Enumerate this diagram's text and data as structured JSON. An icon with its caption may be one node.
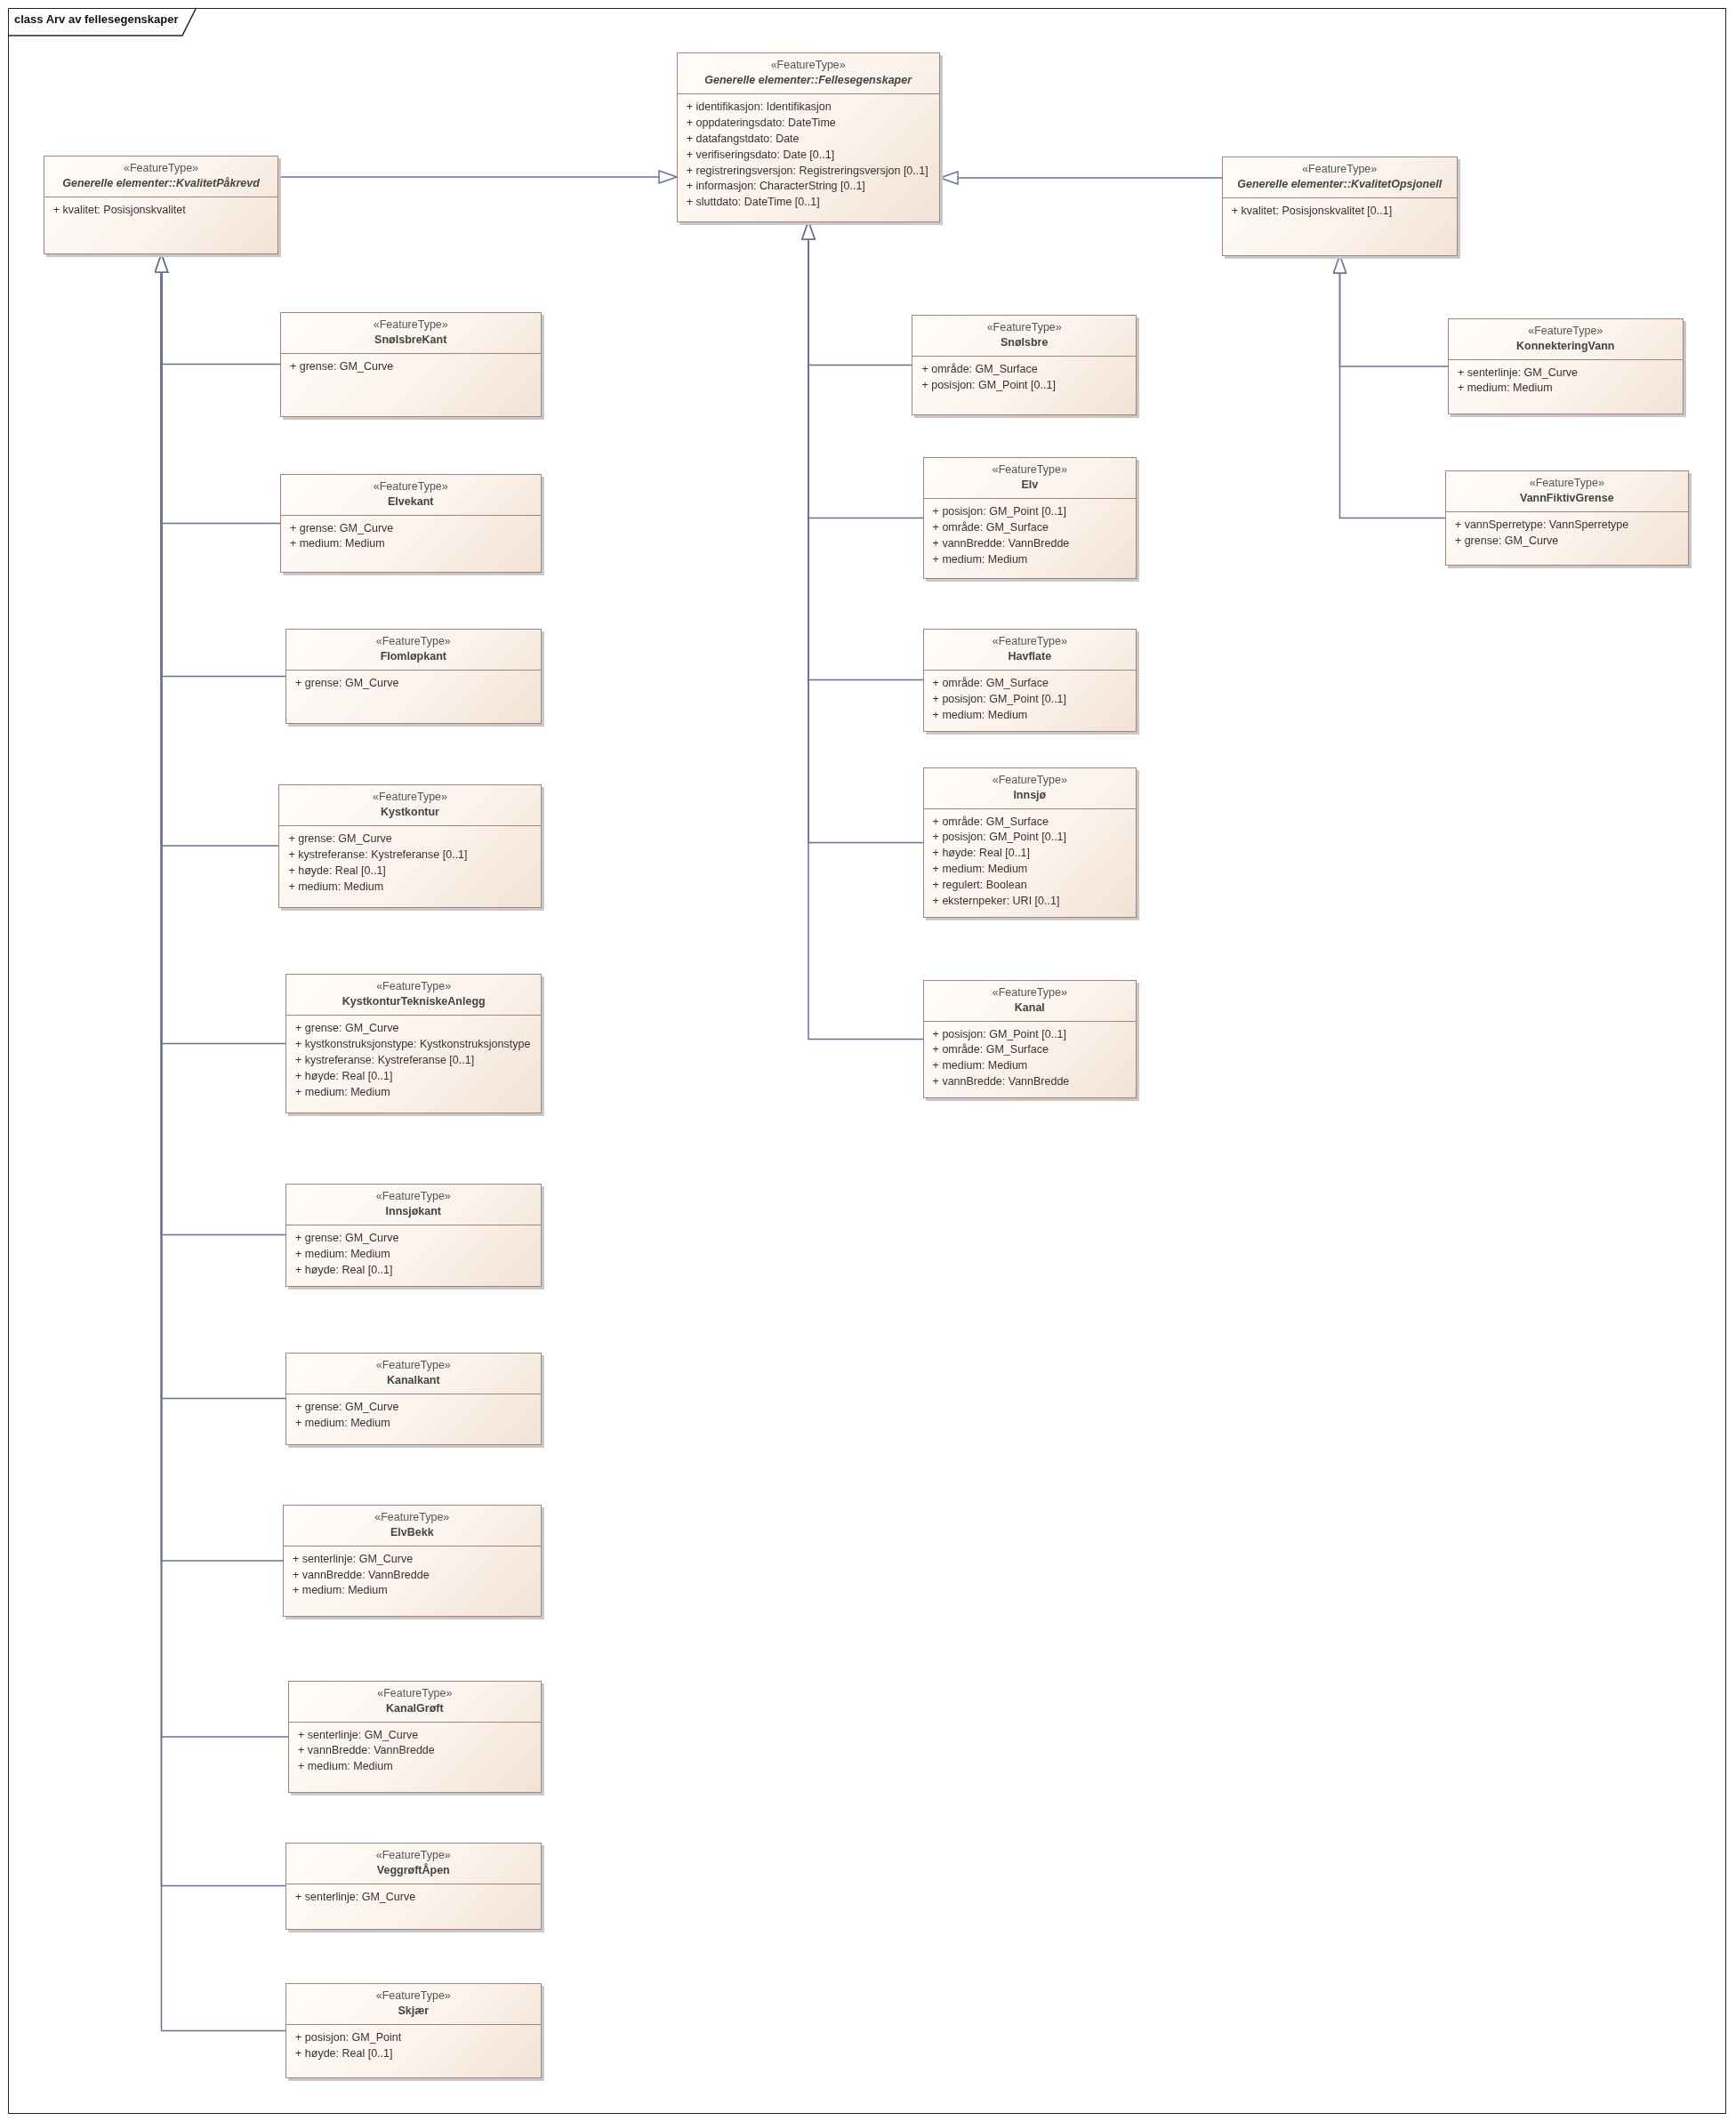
{
  "diagram": {
    "title": "class Arv av fellesegenskaper",
    "nodes": [
      {
        "text": [
          "«FeatureType»",
          "Generelle elementer::Fellesegenskaper",
          "+ identifikasjon: Identifikasjon",
          "+ oppdateringsdato: DateTime",
          "+ datafangstdato: Date",
          "+ verifiseringsdato: Date [0..1]",
          "+ registreringsversjon: Registreringsversjon [0..1]",
          "+ informasjon: CharacterString [0..1]",
          "+ sluttdato: DateTime [0..1]"
        ]
      },
      {
        "text": [
          "«FeatureType»",
          "Generelle elementer::KvalitetPåkrevd",
          "+ kvalitet: Posisjonskvalitet"
        ]
      },
      {
        "text": [
          "«FeatureType»",
          "Generelle elementer::KvalitetOpsjonell",
          "+ kvalitet: Posisjonskvalitet [0..1]"
        ]
      },
      {
        "text": [
          "«FeatureType»",
          "SnøIsbreKant",
          "+ grense: GM_Curve"
        ]
      },
      {
        "text": [
          "«FeatureType»",
          "Elvekant",
          "+ grense: GM_Curve",
          "+ medium: Medium"
        ]
      },
      {
        "text": [
          "«FeatureType»",
          "Flomløpkant",
          "+ grense: GM_Curve"
        ]
      },
      {
        "text": [
          "«FeatureType»",
          "Kystkontur",
          "+ grense: GM_Curve",
          "+ kystreferanse: Kystreferanse [0..1]",
          "+ høyde: Real [0..1]",
          "+ medium: Medium"
        ]
      },
      {
        "text": [
          "«FeatureType»",
          "KystkonturTekniskeAnlegg",
          "+ grense: GM_Curve",
          "+ kystkonstruksjonstype: Kystkonstruksjonstype",
          "+ kystreferanse: Kystreferanse [0..1]",
          "+ høyde: Real [0..1]",
          "+ medium: Medium"
        ]
      },
      {
        "text": [
          "«FeatureType»",
          "Innsjøkant",
          "+ grense: GM_Curve",
          "+ medium: Medium",
          "+ høyde: Real [0..1]"
        ]
      },
      {
        "text": [
          "«FeatureType»",
          "Kanalkant",
          "+ grense: GM_Curve",
          "+ medium: Medium"
        ]
      },
      {
        "text": [
          "«FeatureType»",
          "ElvBekk",
          "+ senterlinje: GM_Curve",
          "+ vannBredde: VannBredde",
          "+ medium: Medium"
        ]
      },
      {
        "text": [
          "«FeatureType»",
          "KanalGrøft",
          "+ senterlinje: GM_Curve",
          "+ vannBredde: VannBredde",
          "+ medium: Medium"
        ]
      },
      {
        "text": [
          "«FeatureType»",
          "VeggrøftÅpen",
          "+ senterlinje: GM_Curve"
        ]
      },
      {
        "text": [
          "«FeatureType»",
          "Skjær",
          "+ posisjon: GM_Point",
          "+ høyde: Real [0..1]"
        ]
      },
      {
        "text": [
          "«FeatureType»",
          "SnøIsbre",
          "+ område: GM_Surface",
          "+ posisjon: GM_Point [0..1]"
        ]
      },
      {
        "text": [
          "«FeatureType»",
          "Elv",
          "+ posisjon: GM_Point [0..1]",
          "+ område: GM_Surface",
          "+ vannBredde: VannBredde",
          "+ medium: Medium"
        ]
      },
      {
        "text": [
          "«FeatureType»",
          "Havflate",
          "+ område: GM_Surface",
          "+ posisjon: GM_Point [0..1]",
          "+ medium: Medium"
        ]
      },
      {
        "text": [
          "«FeatureType»",
          "Innsjø",
          "+ område: GM_Surface",
          "+ posisjon: GM_Point [0..1]",
          "+ høyde: Real [0..1]",
          "+ medium: Medium",
          "+ regulert: Boolean",
          "+ eksternpeker: URI [0..1]"
        ]
      },
      {
        "text": [
          "«FeatureType»",
          "Kanal",
          "+ posisjon: GM_Point [0..1]",
          "+ område: GM_Surface",
          "+ medium: Medium",
          "+ vannBredde: VannBredde"
        ]
      },
      {
        "text": [
          "«FeatureType»",
          "KonnekteringVann",
          "+ senterlinje: GM_Curve",
          "+ medium: Medium"
        ]
      },
      {
        "text": [
          "«FeatureType»",
          "VannFiktivGrense",
          "+ vannSperretype: VannSperretype",
          "+ grense: GM_Curve"
        ]
      }
    ],
    "edges": [
      {
        "from": 1,
        "to": 0,
        "arrow": "to"
      },
      {
        "from": 2,
        "to": 0,
        "arrow": "to"
      },
      {
        "from": 3,
        "to": 1,
        "arrow": "to"
      },
      {
        "from": 4,
        "to": 1,
        "arrow": "to"
      },
      {
        "from": 5,
        "to": 1,
        "arrow": "to"
      },
      {
        "from": 6,
        "to": 1,
        "arrow": "to"
      },
      {
        "from": 7,
        "to": 1,
        "arrow": "to"
      },
      {
        "from": 8,
        "to": 1,
        "arrow": "to"
      },
      {
        "from": 9,
        "to": 1,
        "arrow": "to"
      },
      {
        "from": 10,
        "to": 1,
        "arrow": "to"
      },
      {
        "from": 11,
        "to": 1,
        "arrow": "to"
      },
      {
        "from": 12,
        "to": 1,
        "arrow": "to"
      },
      {
        "from": 13,
        "to": 1,
        "arrow": "to"
      },
      {
        "from": 14,
        "to": 0,
        "arrow": "to"
      },
      {
        "from": 15,
        "to": 0,
        "arrow": "to"
      },
      {
        "from": 16,
        "to": 0,
        "arrow": "to"
      },
      {
        "from": 17,
        "to": 0,
        "arrow": "to"
      },
      {
        "from": 18,
        "to": 0,
        "arrow": "to"
      },
      {
        "from": 19,
        "to": 2,
        "arrow": "to"
      },
      {
        "from": 20,
        "to": 2,
        "arrow": "to"
      }
    ]
  }
}
